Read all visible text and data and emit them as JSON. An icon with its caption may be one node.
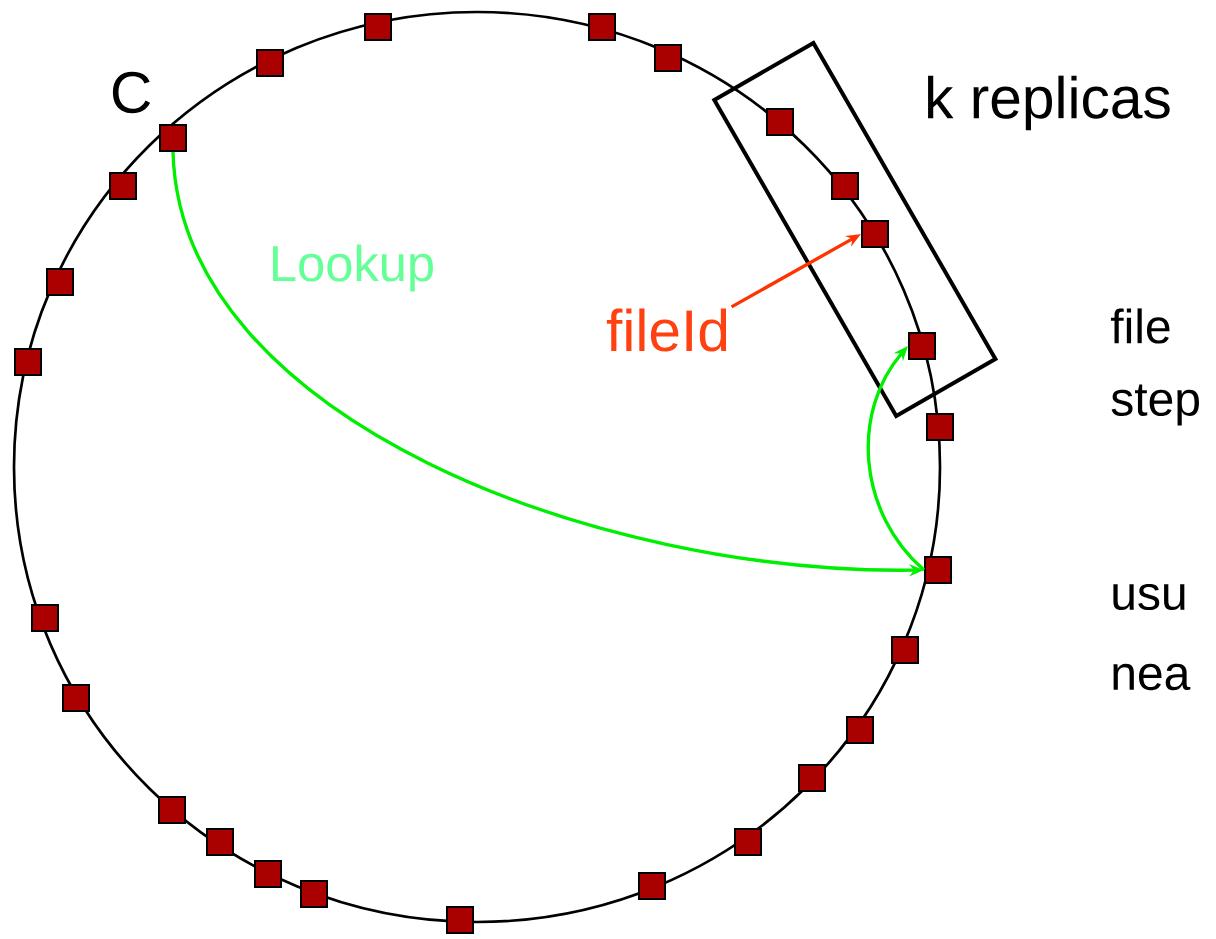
{
  "diagram": {
    "nodes": [
      {
        "text": [
          "k replicas"
        ]
      },
      {
        "text": [],
        "shape": "box"
      },
      {
        "text": [],
        "shape": "box"
      },
      {
        "text": [],
        "shape": "box"
      },
      {
        "text": [],
        "shape": "box"
      },
      {
        "text": [],
        "shape": "box",
        "in": 0
      },
      {
        "text": [],
        "shape": "box",
        "beside": [
          "C"
        ]
      },
      {
        "text": [],
        "shape": "box",
        "in": 0
      },
      {
        "text": [],
        "shape": "box"
      },
      {
        "text": [],
        "shape": "box",
        "in": 0
      },
      {
        "text": [],
        "shape": "box"
      },
      {
        "text": [],
        "shape": "box",
        "in": 0
      },
      {
        "text": [],
        "shape": "box"
      },
      {
        "text": [],
        "shape": "box"
      },
      {
        "text": [],
        "shape": "box"
      },
      {
        "text": [],
        "shape": "box"
      },
      {
        "text": [],
        "shape": "box"
      },
      {
        "text": [],
        "shape": "box"
      },
      {
        "text": [],
        "shape": "box"
      },
      {
        "text": [],
        "shape": "box"
      },
      {
        "text": [],
        "shape": "box"
      },
      {
        "text": [],
        "shape": "box"
      },
      {
        "text": [],
        "shape": "box"
      },
      {
        "text": [],
        "shape": "box"
      },
      {
        "text": [],
        "shape": "box"
      },
      {
        "text": [],
        "shape": "box"
      },
      {
        "text": [],
        "shape": "box"
      },
      {
        "text": [
          "fileId"
        ]
      }
    ],
    "edges": [
      {
        "from": 6,
        "to": 14,
        "arrow": "to",
        "label": "Lookup",
        "color": "#00ee00"
      },
      {
        "from": 14,
        "to": 11,
        "arrow": "to",
        "color": "#00ee00"
      },
      {
        "from": 27,
        "to": 9,
        "arrow": "to",
        "color": "#ff3300"
      }
    ],
    "labels": [
      "file",
      "step",
      "usu",
      "nea"
    ]
  }
}
